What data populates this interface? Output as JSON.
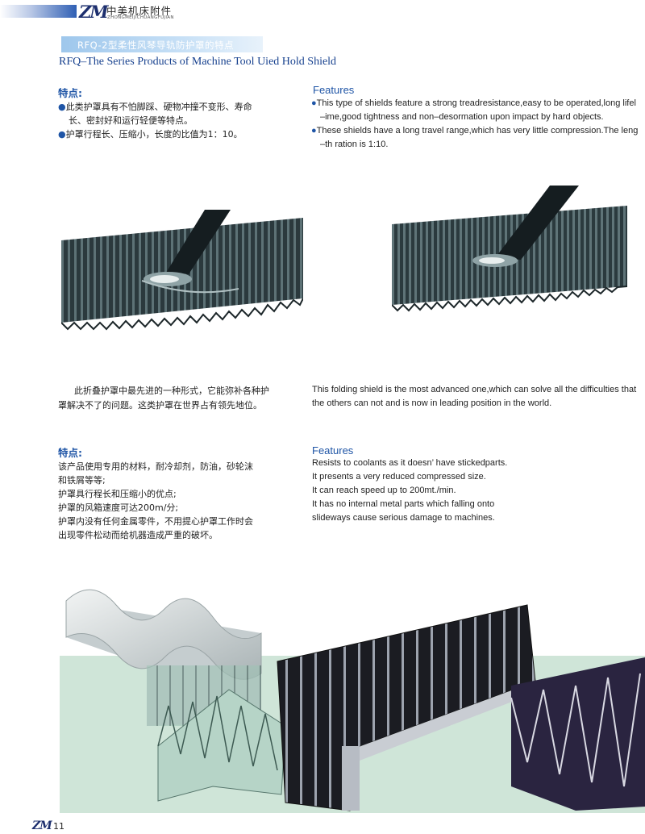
{
  "header": {
    "logo": "ZM",
    "company_cn": "中美机床附件",
    "company_en": "ZHONGMEIJICHUANGFUJIAN"
  },
  "title": {
    "cn": "RFQ-2型柔性风琴导轨防护罩的特点",
    "en": "RFQ–The Series Products of Machine Tool Uied Hold Shield"
  },
  "section1": {
    "cn_heading": "特点:",
    "cn_items": [
      {
        "bullet": "●",
        "line1": "此类护罩具有不怕脚踩、硬物冲撞不变形、寿命",
        "line2": "长、密封好和运行轻便等特点。"
      },
      {
        "bullet": "●",
        "line1": "护罩行程长、压缩小，长度的比值为1：10。",
        "line2": ""
      }
    ],
    "en_heading": "Features",
    "en_items": [
      {
        "bullet": "●",
        "line1": "This type of shields feature a strong treadresistance,easy to be operated,long lifel",
        "line2": "–ime,good tightness and non–desormation upon impact by hard objects."
      },
      {
        "bullet": "●",
        "line1": "These shields have a long travel range,which has very little compression.The leng",
        "line2": "–th ration is 1:10."
      }
    ]
  },
  "caption": {
    "cn_line1": "此折叠护罩中最先进的一种形式，它能弥补各种护",
    "cn_line2": "罩解决不了的问题。这类护罩在世界占有领先地位。",
    "en_line1": "This folding shield is the most advanced one,which can solve all the difficulties that",
    "en_line2": "the others can not and is now in leading position in the world."
  },
  "section2": {
    "cn_heading": "特点:",
    "cn_lines": [
      "该产品使用专用的材料，耐冷却剂，防油，砂轮沫",
      "和铁屑等等;",
      "护罩具行程长和压缩小的优点;",
      "护罩的风箱速度可达200m/分;",
      "护罩内没有任何金属零件，不用提心护罩工作时会",
      "出现零件松动而给机器造成严重的破坏。"
    ],
    "en_heading": "Features",
    "en_lines": [
      "Resists to coolants as it doesn’ have stickedparts.",
      "It presents a very reduced compressed size.",
      "It can reach speed up to 200mt./min.",
      "It has no internal metal parts which falling onto",
      "slideways cause serious damage to machines."
    ]
  },
  "footer": {
    "logo": "ZM",
    "page_number": "11"
  },
  "colors": {
    "accent_blue": "#1f55a6",
    "bellows_dark": "#2e3b40",
    "green_panel": "#cfe5d8"
  }
}
